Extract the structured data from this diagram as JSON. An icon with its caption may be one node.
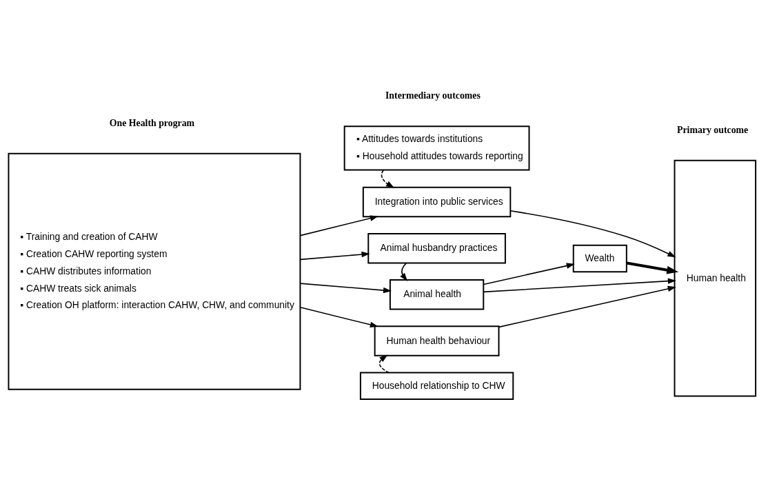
{
  "diagram": {
    "nodes": [
      {
        "text": [
          "▪ Training and creation of CAHW",
          "▪ Creation CAHW reporting system",
          "▪ CAHW distributes information",
          "▪ CAHW treats sick animals",
          "▪ Creation OH platform: interaction CAHW, CHW, and community"
        ]
      },
      {
        "text": [
          "▪ Attitudes towards institutions",
          "▪ Household attitudes towards reporting"
        ]
      },
      {
        "text": [
          "Integration into public services"
        ]
      },
      {
        "text": [
          "Animal husbandry practices"
        ]
      },
      {
        "text": [
          "Wealth"
        ]
      },
      {
        "text": [
          "Animal health"
        ]
      },
      {
        "text": [
          "Human health behaviour"
        ]
      },
      {
        "text": [
          "Household relationship to CHW"
        ]
      },
      {
        "text": [
          "Human health"
        ]
      }
    ],
    "edges": [
      {
        "from": 1,
        "to": 2,
        "arrow": "to",
        "style": "dashed"
      },
      {
        "from": 0,
        "to": 2,
        "arrow": "to"
      },
      {
        "from": 2,
        "to": 8,
        "arrow": "to"
      },
      {
        "from": 0,
        "to": 3,
        "arrow": "to"
      },
      {
        "from": 3,
        "to": 5,
        "arrow": "to"
      },
      {
        "from": 5,
        "to": 4,
        "arrow": "to"
      },
      {
        "from": 4,
        "to": 8,
        "arrow": "to",
        "style": "thick"
      },
      {
        "from": 0,
        "to": 5,
        "arrow": "to"
      },
      {
        "from": 5,
        "to": 8,
        "arrow": "to"
      },
      {
        "from": 0,
        "to": 6,
        "arrow": "to"
      },
      {
        "from": 6,
        "to": 8,
        "arrow": "to"
      },
      {
        "from": 7,
        "to": 6,
        "arrow": "to",
        "style": "dashed"
      }
    ],
    "labels": [
      "One Health program",
      "Intermediary outcomes",
      "Primary outcome"
    ]
  }
}
